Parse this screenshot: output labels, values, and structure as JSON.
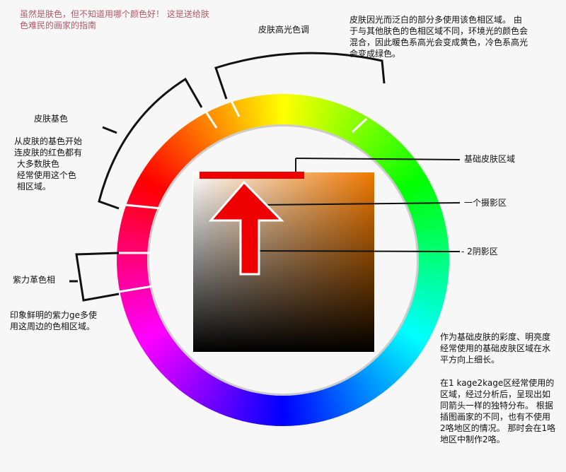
{
  "title_note": "虽然是肤色，但不知道用哪个颜色好！ 这是送给肤\n色难民的画家的指南",
  "labels": {
    "highlight_title": "皮肤高光色调",
    "highlight_desc": "皮肤因光而泛白的部分多使用该色相区域。 由\n于与其他肤色的色相区域不同，环境光的颜色会\n混合，因此暖色系高光会变成黄色，冷色系高光\n会变成绿色。",
    "base_title": "皮肤基色",
    "base_desc": "从皮肤的基色开始\n连皮肤的红色都有\n 大多数肤色\n 经常使用这个色\n 相区域。",
    "purple_title": "紫力革色相",
    "purple_desc": "印象鲜明的紫力ge多使\n用这周边的色相区域。",
    "base_area": "基础皮肤区域",
    "shadow1": "一个摄影区",
    "shadow2": "- 2阴影区",
    "right_desc1": "作为基础皮肤的彩度、明亮度\n经常使用的基础皮肤区域在水\n平方向上细长。",
    "right_desc2": "在1 kage2kage区经常使用的\n区域，经过分析后，呈现出如\n同箭头一样的独特分布。 根据\n插图画家的不同，也有不使用\n2咯地区的情况。 那时会在1咯\n地区中制作2咯。"
  },
  "colors": {
    "title_note": "#b05a6a",
    "arrow": "#ee0000"
  }
}
